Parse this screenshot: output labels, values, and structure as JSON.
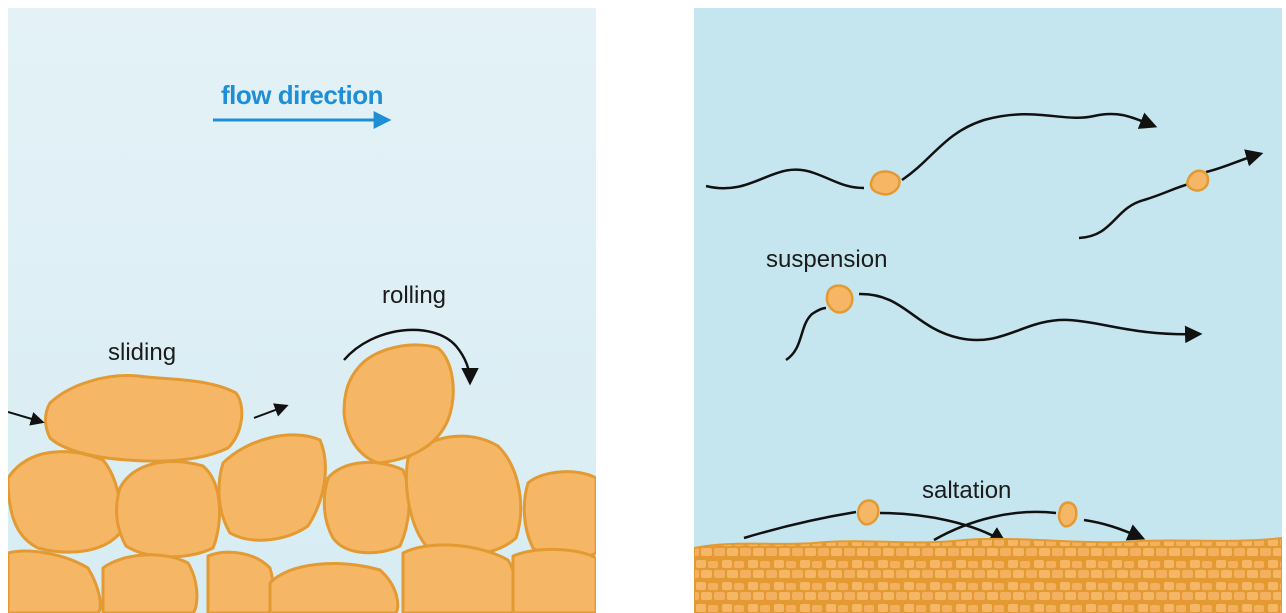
{
  "left_panel": {
    "flow_label": "flow direction",
    "sliding_label": "sliding",
    "rolling_label": "rolling",
    "colors": {
      "water": "#dcedf4",
      "grain_fill": "#f5b766",
      "grain_edge": "#e39a32",
      "flow_arrow": "#1e8fd6"
    }
  },
  "right_panel": {
    "suspension_label": "suspension",
    "saltation_label": "saltation",
    "colors": {
      "water": "#c5e5ef",
      "grain_fill": "#f5b766",
      "grain_edge": "#e39a32"
    }
  }
}
